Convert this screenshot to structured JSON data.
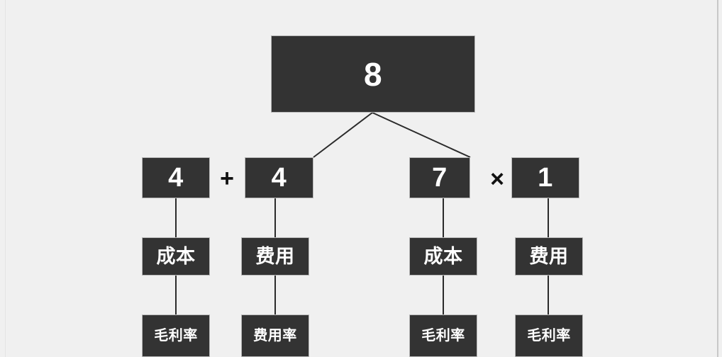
{
  "diagram": {
    "background_color": "#f0f0f0",
    "node_fill": "#333333",
    "node_border": "#b9b9b9",
    "node_text_color": "#ffffff",
    "connector_color": "#2b2b2b",
    "root": {
      "label": "8"
    },
    "operators": [
      {
        "name": "plus",
        "symbol": "+"
      },
      {
        "name": "times",
        "symbol": "×"
      }
    ],
    "branches": [
      {
        "value": "4",
        "term": "成本",
        "leaf": "毛利率"
      },
      {
        "value": "4",
        "term": "费用",
        "leaf": "费用率"
      },
      {
        "value": "7",
        "term": "成本",
        "leaf": "毛利率"
      },
      {
        "value": "1",
        "term": "费用",
        "leaf": "毛利率"
      }
    ]
  }
}
